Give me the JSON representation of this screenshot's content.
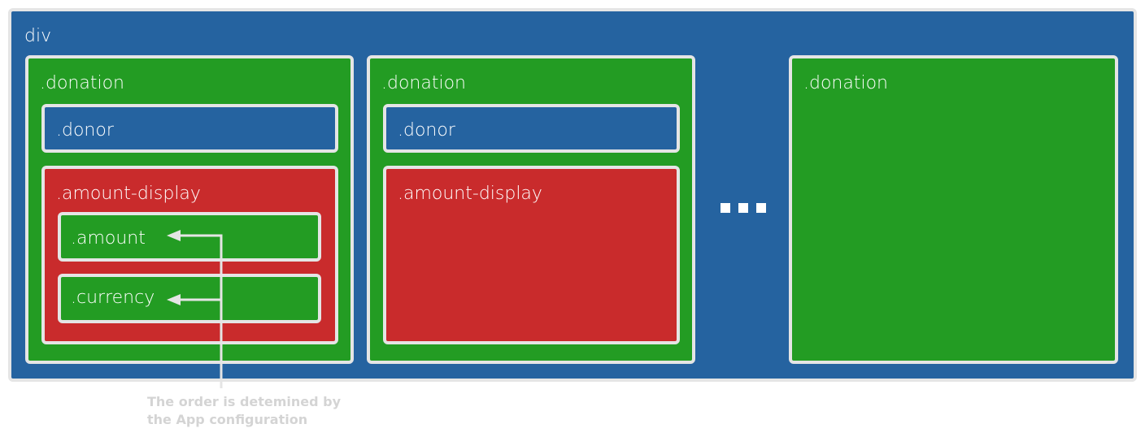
{
  "root": {
    "label": "div"
  },
  "donations": [
    {
      "label": ".donation",
      "donor": ".donor",
      "amount_display": ".amount-display",
      "amount": ".amount",
      "currency": ".currency"
    },
    {
      "label": ".donation",
      "donor": ".donor",
      "amount_display": ".amount-display"
    },
    {
      "label": ".donation"
    }
  ],
  "note": {
    "line1": "The order is detemined by",
    "line2": "the App configuration"
  },
  "colors": {
    "container": "#2563a0",
    "donation": "#239c23",
    "amount_display": "#c92b2c",
    "border": "#e5e5e5",
    "note": "#d4d4d4"
  }
}
